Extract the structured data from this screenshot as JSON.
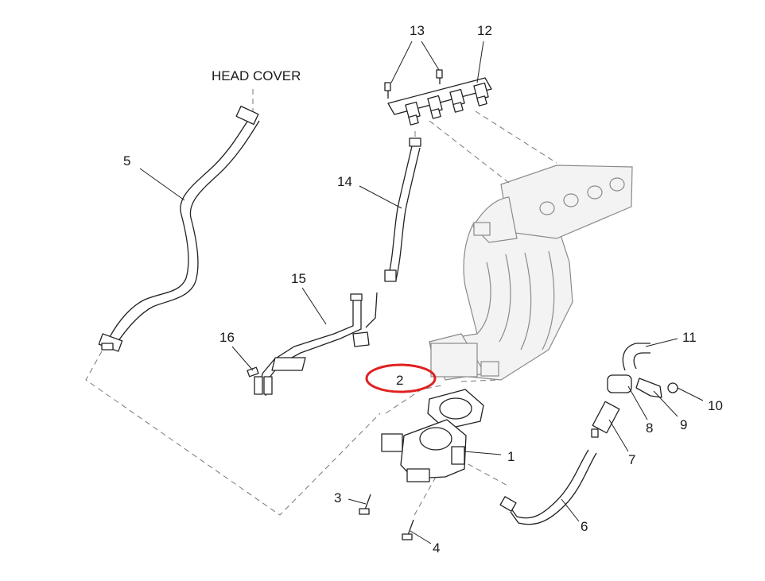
{
  "labels": {
    "head_cover": "HEAD COVER",
    "p1": "1",
    "p2": "2",
    "p3": "3",
    "p4": "4",
    "p5": "5",
    "p6": "6",
    "p7": "7",
    "p8": "8",
    "p9": "9",
    "p10": "10",
    "p11": "11",
    "p12": "12",
    "p13": "13",
    "p14": "14",
    "p15": "15",
    "p16": "16"
  },
  "highlight": {
    "part": "2",
    "color": "#e02020"
  }
}
